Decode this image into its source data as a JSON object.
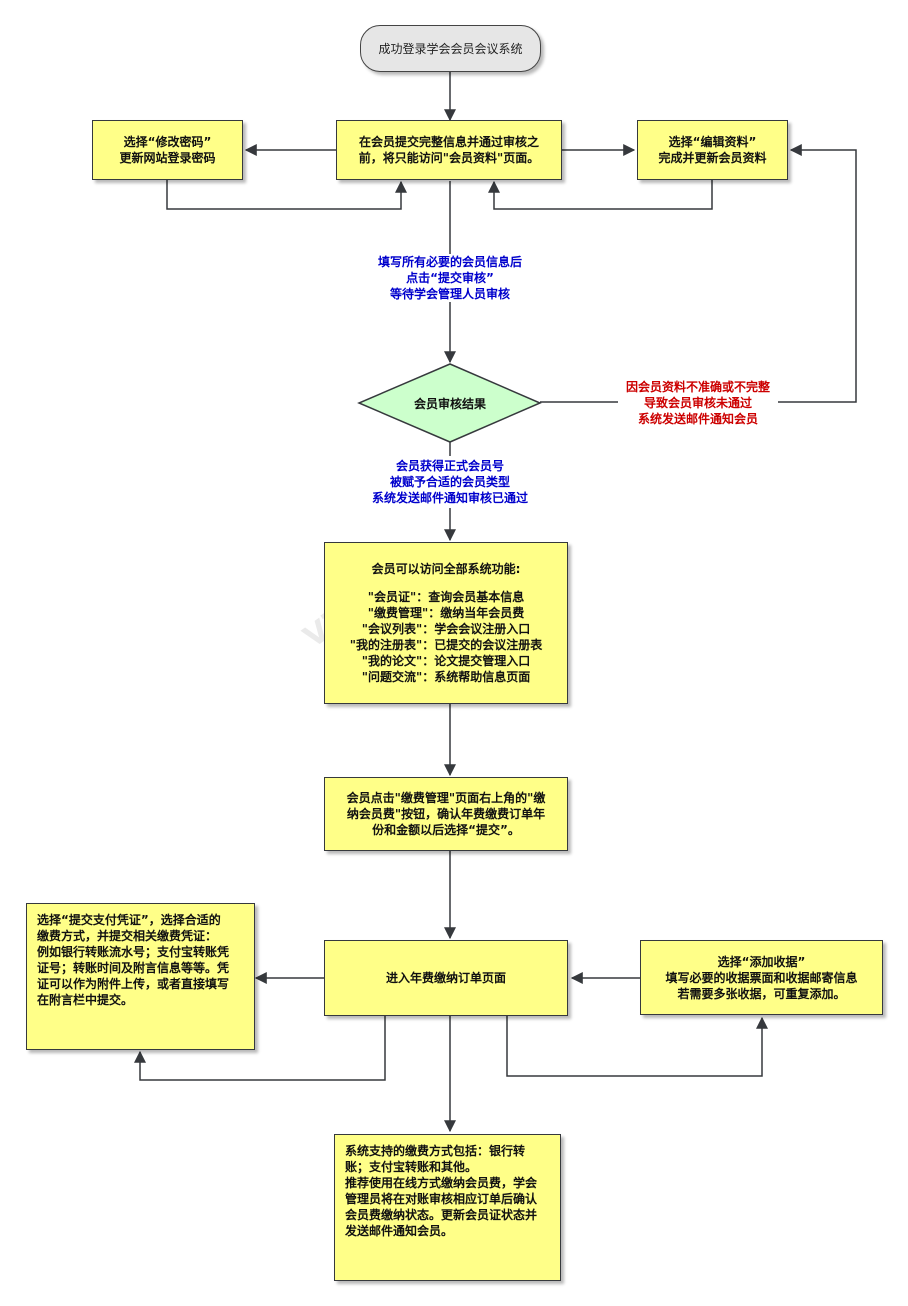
{
  "start": "成功登录学会会员会议系统",
  "nodes": {
    "change_password": [
      "选择“修改密码”",
      "更新网站登录密码"
    ],
    "member_info": [
      "在会员提交完整信息并通过审核之",
      "前，将只能访问\"会员资料\"页面。"
    ],
    "edit_profile": [
      "选择“编辑资料”",
      "完成并更新会员资料"
    ],
    "review_result": "会员审核结果",
    "full_access": {
      "heading": "会员可以访问全部系统功能:",
      "items": [
        "\"会员证\"：查询会员基本信息",
        "\"缴费管理\"：缴纳当年会员费",
        "\"会议列表\"：学会会议注册入口",
        "\"我的注册表\"：已提交的会议注册表",
        "\"我的论文\"：论文提交管理入口",
        "\"问题交流\"：系统帮助信息页面"
      ]
    },
    "pay_click": [
      "会员点击\"缴费管理\"页面右上角的\"缴",
      "纳会员费\"按钮，确认年费缴费订单年",
      "份和金额以后选择“提交”。"
    ],
    "order_page": "进入年费缴纳订单页面",
    "payment_proof": {
      "para1": [
        "选择“提交支付凭证”，选择合适的",
        "缴费方式，并提交相关缴费凭证："
      ],
      "para2": [
        "例如银行转账流水号；支付宝转账凭",
        "证号；转账时间及附言信息等等。凭",
        "证可以作为附件上传，或者直接填写",
        "在附言栏中提交。"
      ]
    },
    "add_receipt": [
      "选择“添加收据”",
      "填写必要的收据票面和收据邮寄信息",
      "若需要多张收据，可重复添加。"
    ],
    "payment_methods": {
      "para1": [
        "系统支持的缴费方式包括：银行转",
        "账；支付宝转账和其他。"
      ],
      "para2": [
        "推荐使用在线方式缴纳会员费，学会",
        "管理员将在对账审核相应订单后确认",
        "会员费缴纳状态。更新会员证状态并",
        "发送邮件通知会员。"
      ]
    }
  },
  "edge_labels": {
    "submit_review": [
      "填写所有必要的会员信息后",
      "点击“提交审核”",
      "等待学会管理人员审核"
    ],
    "rejected": [
      "因会员资料不准确或不完整",
      "导致会员审核未通过",
      "系统发送邮件通知会员"
    ],
    "approved": [
      "会员获得正式会员号",
      "被赋予合适的会员类型",
      "系统发送邮件通知审核已通过"
    ]
  },
  "colors": {
    "node_fill": "#ffff88",
    "start_fill": "#e6e6e6",
    "decision_fill": "#ccffcc",
    "label_blue": "#0000cc",
    "label_red": "#cc0000",
    "edge": "#36393d"
  }
}
